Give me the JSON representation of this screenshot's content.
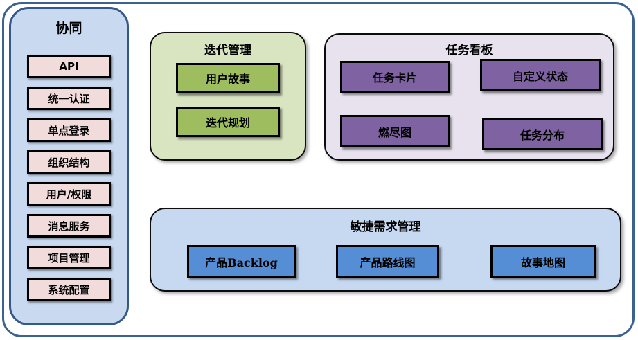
{
  "diagram": {
    "sidebar": {
      "title": "协同",
      "items": [
        "API",
        "统一认证",
        "单点登录",
        "组织结构",
        "用户/权限",
        "消息服务",
        "项目管理",
        "系统配置"
      ]
    },
    "panels": {
      "iteration": {
        "title": "迭代管理",
        "items": [
          "用户故事",
          "迭代规划"
        ]
      },
      "kanban": {
        "title": "任务看板",
        "items": [
          "任务卡片",
          "自定义状态",
          "燃尽图",
          "任务分布"
        ]
      },
      "requirements": {
        "title": "敏捷需求管理",
        "items": [
          "产品Backlog",
          "产品路线图",
          "故事地图"
        ]
      }
    },
    "colors": {
      "frame_border": "#3c6292",
      "sidebar_fill": "#c9d9f0",
      "sidebar_item_fill": "#f2dcdb",
      "iteration_panel_fill": "#d9e5c1",
      "iteration_item_fill": "#9ebd5f",
      "kanban_panel_fill": "#e7e2ee",
      "kanban_item_fill": "#7e62a1",
      "requirements_panel_fill": "#c6d9f1",
      "requirements_item_fill": "#558ed5",
      "shape_border": "#000000"
    }
  }
}
